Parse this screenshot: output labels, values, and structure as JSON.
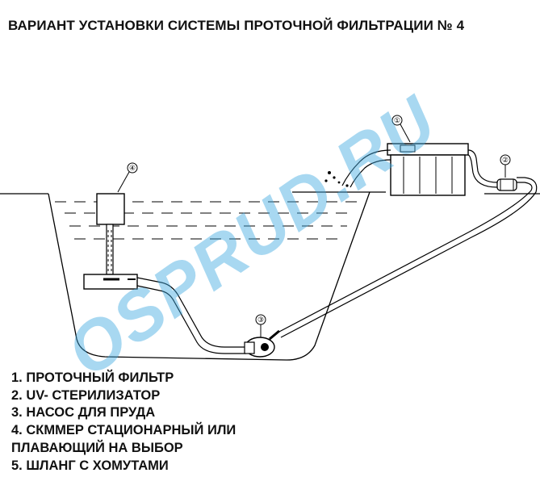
{
  "title": "ВАРИАНТ УСТАНОВКИ СИСТЕМЫ ПРОТОЧНОЙ ФИЛЬТРАЦИИ № 4",
  "callouts": [
    {
      "num": "①"
    },
    {
      "num": "②"
    },
    {
      "num": "③"
    },
    {
      "num": "④"
    }
  ],
  "legend": [
    "1. ПРОТОЧНЫЙ ФИЛЬТР",
    "2. UV- СТЕРИЛИЗАТОР",
    "3. НАСОС ДЛЯ ПРУДА",
    "4. СКММЕР СТАЦИОНАРНЫЙ ИЛИ",
    "ПЛАВАЮЩИЙ НА ВЫБОР",
    "5. ШЛАНГ С ХОМУТАМИ"
  ],
  "watermark": "OSPRUD.RU",
  "colors": {
    "line": "#000000",
    "watermark": "#3fa9e0"
  }
}
